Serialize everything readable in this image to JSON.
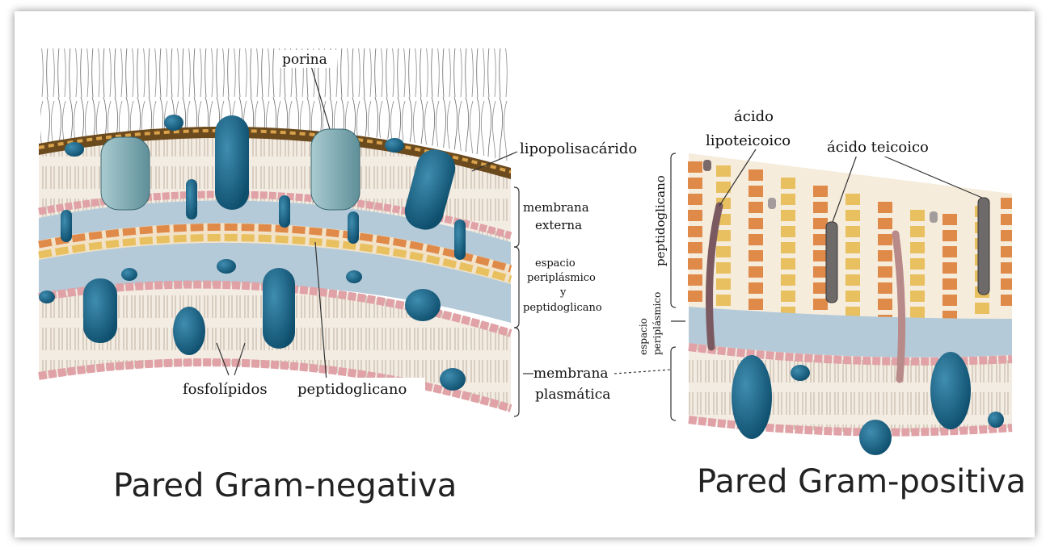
{
  "labels": {
    "porina": "porina",
    "lipopolisacarido": "lipopolisacárido",
    "membrana_externa_1": "membrana",
    "membrana_externa_2": "externa",
    "espacio_1": "espacio",
    "espacio_2": "periplásmico",
    "espacio_3": "y",
    "espacio_4": "peptidoglicano",
    "membrana_plasmatica_1": "membrana",
    "membrana_plasmatica_2": "plasmática",
    "fosfolipidos": "fosfolípidos",
    "peptidoglicano_neg": "peptidoglicano",
    "acido_lipoteicoico_1": "ácido",
    "acido_lipoteicoico_2": "lipoteicoico",
    "acido_teicoico": "ácido teicoico",
    "peptidoglicano_pos": "peptidoglicano",
    "espacio_periplasmico_1": "espacio",
    "espacio_periplasmico_2": "periplásmico"
  },
  "titles": {
    "gram_negativa": "Pared Gram-negativa",
    "gram_positiva": "Pared Gram-positiva"
  },
  "colors": {
    "membrane_blue": "#b4cad8",
    "head_pink": "#e0a2a6",
    "protein_teal": "#1e6a8c",
    "porin_light": "#88b2ba",
    "pg_orange": "#e08a4a",
    "pg_yellow": "#e8c060",
    "lps_brown": "#6b4a1e"
  }
}
